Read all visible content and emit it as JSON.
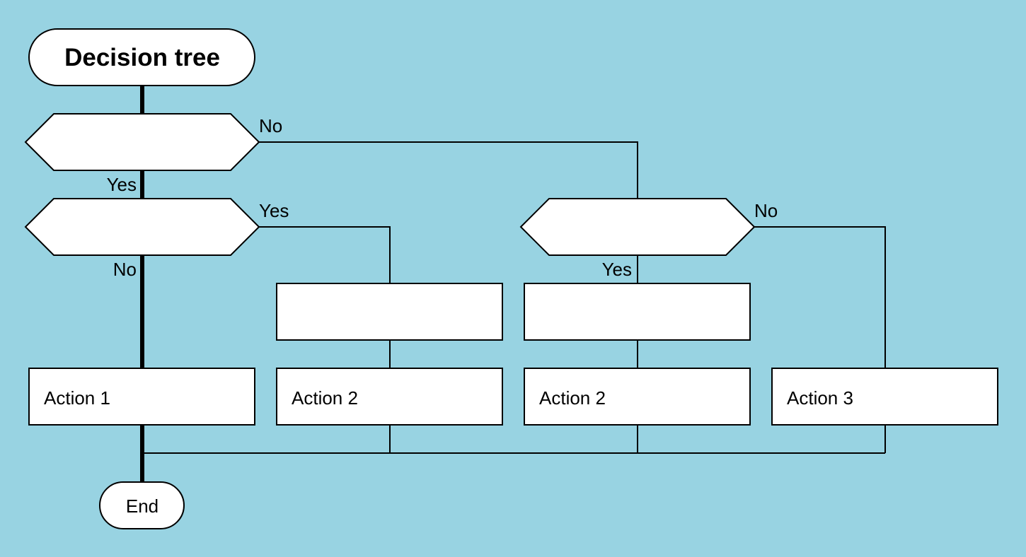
{
  "diagram": {
    "title": "Decision tree",
    "end_label": "End",
    "actions": [
      "Action 1",
      "Action 2",
      "Action 2",
      "Action 3"
    ],
    "edge_labels": {
      "d1_no": "No",
      "d1_yes": "Yes",
      "d2_yes": "Yes",
      "d2_no": "No",
      "d3_no": "No",
      "d3_yes": "Yes"
    },
    "colors": {
      "background": "#98d3e2",
      "shape_fill": "#ffffff",
      "stroke": "#000000"
    }
  }
}
